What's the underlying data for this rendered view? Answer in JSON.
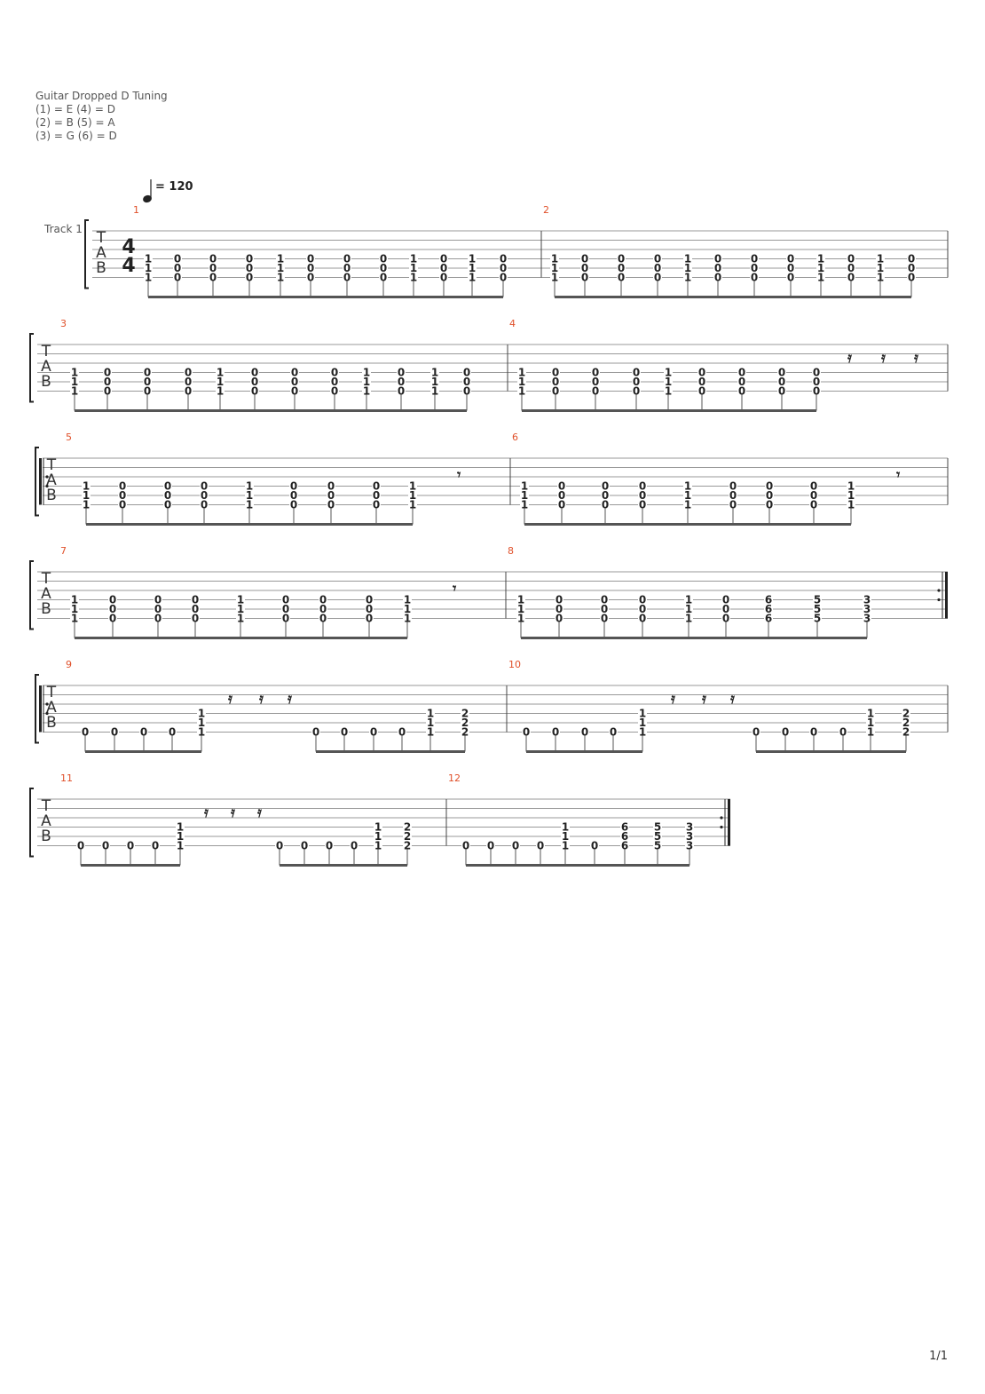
{
  "header": {
    "tuning_title": "Guitar Dropped D Tuning",
    "tuning_lines": [
      "(1) = E (4) = D",
      "(2) = B (5) = A",
      "(3) = G (6) = D"
    ]
  },
  "tempo": {
    "label": "= 120"
  },
  "track_name": "Track 1",
  "time_signature": {
    "numerator": "4",
    "denominator": "4"
  },
  "tab_clef": [
    "T",
    "A",
    "B"
  ],
  "page_number": "1/1",
  "accent_color": "#e0502a",
  "systems": [
    {
      "measures": [
        {
          "number": "1",
          "chords": [
            [
              "1",
              "1",
              "1"
            ],
            [
              "0",
              "0",
              "0"
            ],
            [
              "0",
              "0",
              "0"
            ],
            [
              "0",
              "0",
              "0"
            ],
            [
              "1",
              "1",
              "1"
            ],
            [
              "0",
              "0",
              "0"
            ],
            [
              "0",
              "0",
              "0"
            ],
            [
              "0",
              "0",
              "0"
            ],
            [
              "1",
              "1",
              "1"
            ],
            [
              "0",
              "0",
              "0"
            ],
            [
              "1",
              "1",
              "1"
            ],
            [
              "0",
              "0",
              "0"
            ]
          ]
        },
        {
          "number": "2",
          "chords": [
            [
              "1",
              "1",
              "1"
            ],
            [
              "0",
              "0",
              "0"
            ],
            [
              "0",
              "0",
              "0"
            ],
            [
              "0",
              "0",
              "0"
            ],
            [
              "1",
              "1",
              "1"
            ],
            [
              "0",
              "0",
              "0"
            ],
            [
              "0",
              "0",
              "0"
            ],
            [
              "0",
              "0",
              "0"
            ],
            [
              "1",
              "1",
              "1"
            ],
            [
              "0",
              "0",
              "0"
            ],
            [
              "1",
              "1",
              "1"
            ],
            [
              "0",
              "0",
              "0"
            ]
          ]
        }
      ]
    },
    {
      "measures": [
        {
          "number": "3",
          "chords": [
            [
              "1",
              "1",
              "1"
            ],
            [
              "0",
              "0",
              "0"
            ],
            [
              "0",
              "0",
              "0"
            ],
            [
              "0",
              "0",
              "0"
            ],
            [
              "1",
              "1",
              "1"
            ],
            [
              "0",
              "0",
              "0"
            ],
            [
              "0",
              "0",
              "0"
            ],
            [
              "0",
              "0",
              "0"
            ],
            [
              "1",
              "1",
              "1"
            ],
            [
              "0",
              "0",
              "0"
            ],
            [
              "1",
              "1",
              "1"
            ],
            [
              "0",
              "0",
              "0"
            ]
          ]
        },
        {
          "number": "4",
          "chords": [
            [
              "1",
              "1",
              "1"
            ],
            [
              "0",
              "0",
              "0"
            ],
            [
              "0",
              "0",
              "0"
            ],
            [
              "0",
              "0",
              "0"
            ],
            [
              "1",
              "1",
              "1"
            ],
            [
              "0",
              "0",
              "0"
            ],
            [
              "0",
              "0",
              "0"
            ],
            [
              "0",
              "0",
              "0"
            ],
            [
              "0",
              "0",
              "0"
            ]
          ]
        }
      ]
    },
    {
      "measures": [
        {
          "number": "5",
          "chords": [
            [
              "1",
              "1",
              "1"
            ],
            [
              "0",
              "0",
              "0"
            ],
            [
              "0",
              "0",
              "0"
            ],
            [
              "0",
              "0",
              "0"
            ],
            [
              "1",
              "1",
              "1"
            ],
            [
              "0",
              "0",
              "0"
            ],
            [
              "0",
              "0",
              "0"
            ],
            [
              "0",
              "0",
              "0"
            ],
            [
              "1",
              "1",
              "1"
            ]
          ]
        },
        {
          "number": "6",
          "chords": [
            [
              "1",
              "1",
              "1"
            ],
            [
              "0",
              "0",
              "0"
            ],
            [
              "0",
              "0",
              "0"
            ],
            [
              "0",
              "0",
              "0"
            ],
            [
              "1",
              "1",
              "1"
            ],
            [
              "0",
              "0",
              "0"
            ],
            [
              "0",
              "0",
              "0"
            ],
            [
              "0",
              "0",
              "0"
            ],
            [
              "1",
              "1",
              "1"
            ]
          ]
        }
      ]
    },
    {
      "measures": [
        {
          "number": "7",
          "chords": [
            [
              "1",
              "1",
              "1"
            ],
            [
              "0",
              "0",
              "0"
            ],
            [
              "0",
              "0",
              "0"
            ],
            [
              "0",
              "0",
              "0"
            ],
            [
              "1",
              "1",
              "1"
            ],
            [
              "0",
              "0",
              "0"
            ],
            [
              "0",
              "0",
              "0"
            ],
            [
              "0",
              "0",
              "0"
            ],
            [
              "1",
              "1",
              "1"
            ]
          ]
        },
        {
          "number": "8",
          "chords": [
            [
              "1",
              "1",
              "1"
            ],
            [
              "0",
              "0",
              "0"
            ],
            [
              "0",
              "0",
              "0"
            ],
            [
              "0",
              "0",
              "0"
            ],
            [
              "1",
              "1",
              "1"
            ],
            [
              "0",
              "0",
              "0"
            ],
            [
              "6",
              "6",
              "6"
            ],
            [
              "5",
              "5",
              "5"
            ],
            [
              "3",
              "3",
              "3"
            ]
          ]
        }
      ]
    },
    {
      "measures": [
        {
          "number": "9",
          "chords": [
            [
              "0"
            ],
            [
              "0"
            ],
            [
              "0"
            ],
            [
              "0"
            ],
            [
              "1",
              "1",
              "1"
            ],
            [
              "0"
            ],
            [
              "0"
            ],
            [
              "0"
            ],
            [
              "0"
            ],
            [
              "1",
              "1",
              "1"
            ],
            [
              "2",
              "2",
              "2"
            ]
          ]
        },
        {
          "number": "10",
          "chords": [
            [
              "0"
            ],
            [
              "0"
            ],
            [
              "0"
            ],
            [
              "0"
            ],
            [
              "1",
              "1",
              "1"
            ],
            [
              "0"
            ],
            [
              "0"
            ],
            [
              "0"
            ],
            [
              "0"
            ],
            [
              "1",
              "1",
              "1"
            ],
            [
              "2",
              "2",
              "2"
            ]
          ]
        }
      ]
    },
    {
      "measures": [
        {
          "number": "11",
          "chords": [
            [
              "0"
            ],
            [
              "0"
            ],
            [
              "0"
            ],
            [
              "0"
            ],
            [
              "1",
              "1",
              "1"
            ],
            [
              "0"
            ],
            [
              "0"
            ],
            [
              "0"
            ],
            [
              "0"
            ],
            [
              "1",
              "1",
              "1"
            ],
            [
              "2",
              "2",
              "2"
            ]
          ]
        },
        {
          "number": "12",
          "chords": [
            [
              "0"
            ],
            [
              "0"
            ],
            [
              "0"
            ],
            [
              "0"
            ],
            [
              "1",
              "1",
              "1"
            ],
            [
              "0"
            ],
            [
              "6",
              "6",
              "6"
            ],
            [
              "5",
              "5",
              "5"
            ],
            [
              "3",
              "3",
              "3"
            ]
          ]
        }
      ]
    }
  ]
}
